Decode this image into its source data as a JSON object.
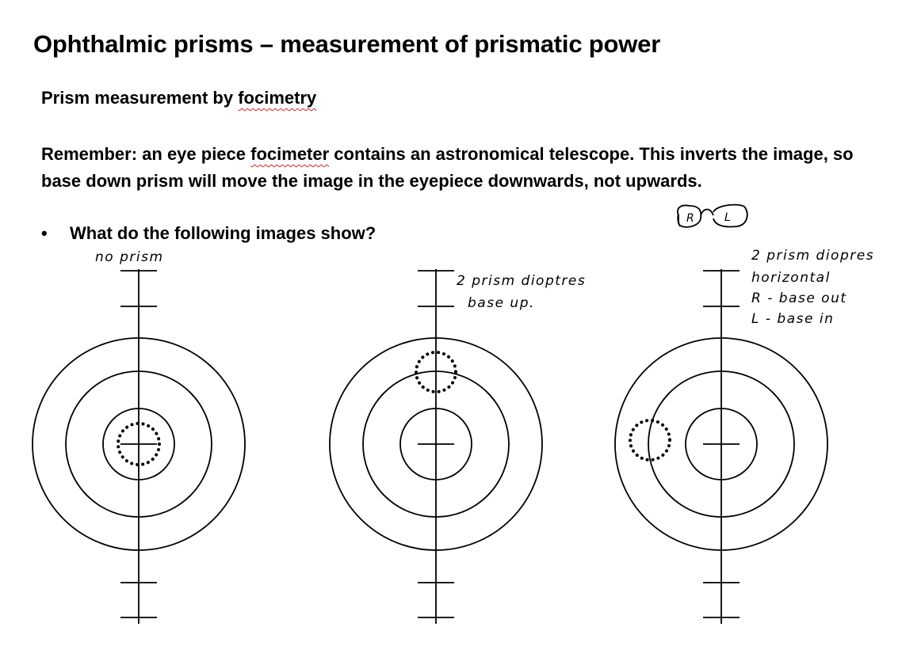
{
  "slide": {
    "title": "Ophthalmic prisms – measurement of prismatic power",
    "subheading_prefix": "Prism measurement by ",
    "subheading_term": "focimetry",
    "remember_part1": "Remember: an eye piece ",
    "remember_term": "focimeter",
    "remember_part2": " contains an astronomical telescope. This inverts the image, so base down prism will move the image in the eyepiece downwards, not upwards.",
    "bullet_marker": "•",
    "bullet_text": "What do the following images show?"
  },
  "annotations": {
    "diagram1_label": "no prism",
    "diagram2_line1": "2 prism dioptres",
    "diagram2_line2": "base up.",
    "diagram3_line1": "2 prism diopres",
    "diagram3_line2": "horizontal",
    "diagram3_line3": "R - base out",
    "diagram3_line4": "L - base in",
    "spectacles_r": "R",
    "spectacles_l": "L"
  },
  "diagrams": [
    {
      "name": "no-prism",
      "image_offset": "centre"
    },
    {
      "name": "base-up",
      "image_offset": "up"
    },
    {
      "name": "horizontal",
      "image_offset": "left"
    }
  ]
}
